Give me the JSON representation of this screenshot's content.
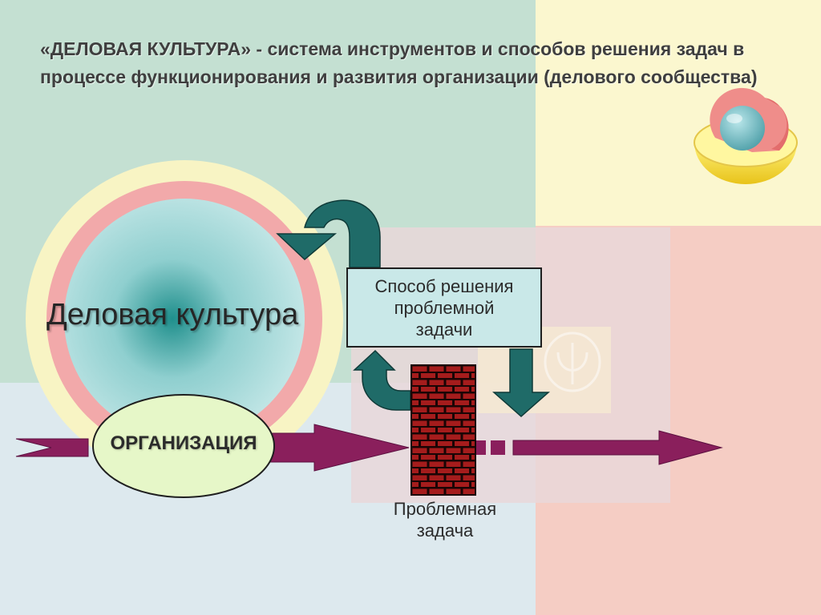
{
  "headline": "«ДЕЛОВАЯ КУЛЬТУРА» - система инструментов и способов решения задач в процессе функционирования и развития организации (делового сообщества)",
  "diagram": {
    "culture_label": "Деловая культура",
    "organization_label": "ОРГАНИЗАЦИЯ",
    "method_box_label": "Способ решения\nпроблемной\nзадачи",
    "problem_label": "Проблемная\nзадача"
  },
  "colors": {
    "teal_arrow": "#1f6b68",
    "main_arrow": "#8a1f5c",
    "brick": "#a51c1c",
    "method_box_fill": "#c9e8e8",
    "organization_fill": "#e6f7c8"
  },
  "icons": [
    "earth-cutaway-icon",
    "psi-watermark-icon"
  ]
}
